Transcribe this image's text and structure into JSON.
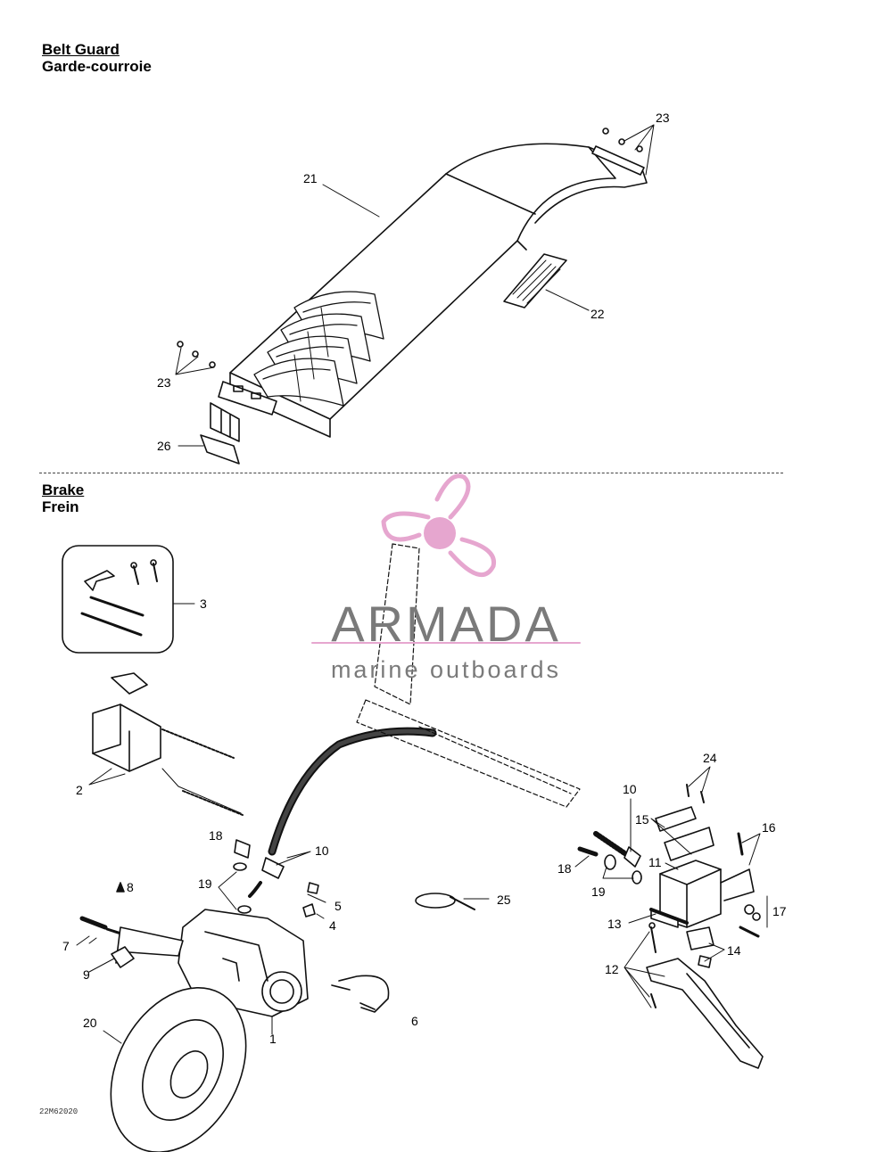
{
  "belt_guard": {
    "title": "Belt Guard",
    "subtitle": "Garde-courroie"
  },
  "brake": {
    "title": "Brake",
    "subtitle": "Frein"
  },
  "callouts": {
    "c21": "21",
    "c22": "22",
    "c23a": "23",
    "c23b": "23",
    "c26": "26",
    "c3": "3",
    "c2": "2",
    "c18a": "18",
    "c19a": "19",
    "c10a": "10",
    "c8": "8",
    "c5": "5",
    "c4": "4",
    "c7": "7",
    "c9": "9",
    "c20": "20",
    "c1": "1",
    "c6": "6",
    "c25": "25",
    "c24": "24",
    "c10b": "10",
    "c15": "15",
    "c16": "16",
    "c18b": "18",
    "c11": "11",
    "c19b": "19",
    "c17": "17",
    "c13": "13",
    "c14": "14",
    "c12": "12"
  },
  "diagram_code": "22M62020",
  "watermark": {
    "brand": "ARMADA",
    "tagline": "marine outboards",
    "logo_color": "#e6a6cf",
    "text_color": "#7a7a7a",
    "logo_icon": "propeller-icon"
  }
}
